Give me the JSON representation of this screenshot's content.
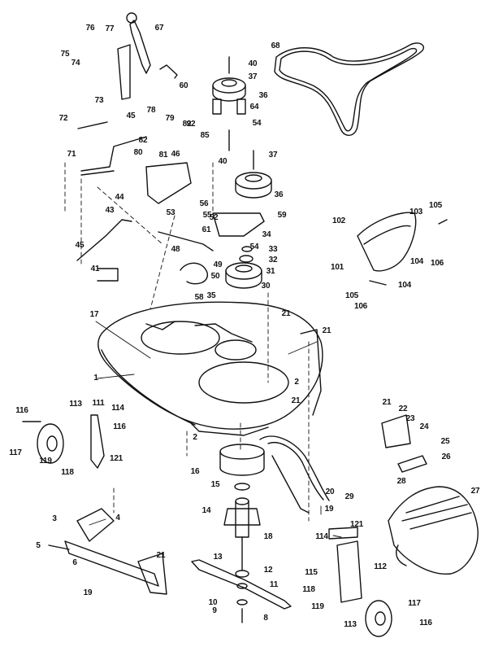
{
  "labels": [
    "1",
    "2",
    "3",
    "4",
    "5",
    "6",
    "8",
    "9",
    "10",
    "11",
    "12",
    "13",
    "14",
    "15",
    "16",
    "17",
    "18",
    "19",
    "20",
    "21",
    "22",
    "23",
    "24",
    "25",
    "26",
    "27",
    "28",
    "29",
    "30",
    "31",
    "32",
    "33",
    "34",
    "35",
    "36",
    "37",
    "40",
    "41",
    "43",
    "44",
    "45",
    "46",
    "48",
    "49",
    "50",
    "52",
    "53",
    "54",
    "55",
    "56",
    "58",
    "59",
    "60",
    "61",
    "64",
    "67",
    "68",
    "71",
    "72",
    "73",
    "74",
    "75",
    "76",
    "77",
    "78",
    "79",
    "80",
    "81",
    "82",
    "85",
    "92",
    "101",
    "102",
    "103",
    "104",
    "105",
    "106",
    "111",
    "112",
    "113",
    "114",
    "115",
    "116",
    "117",
    "118",
    "119",
    "121"
  ]
}
